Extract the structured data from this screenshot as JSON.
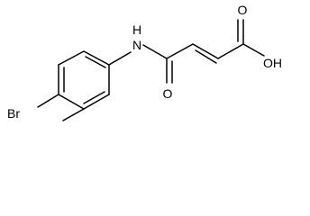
{
  "molecule": {
    "atoms": {
      "amine": "N",
      "amine_hydrogen": "H",
      "carbonyl_oxygen": "O",
      "acid_hydroxyl": "OH",
      "acid_oxygen": "O",
      "bromine": "Br"
    }
  },
  "colors": {
    "ink": "#000000",
    "background": "#ffffff"
  }
}
